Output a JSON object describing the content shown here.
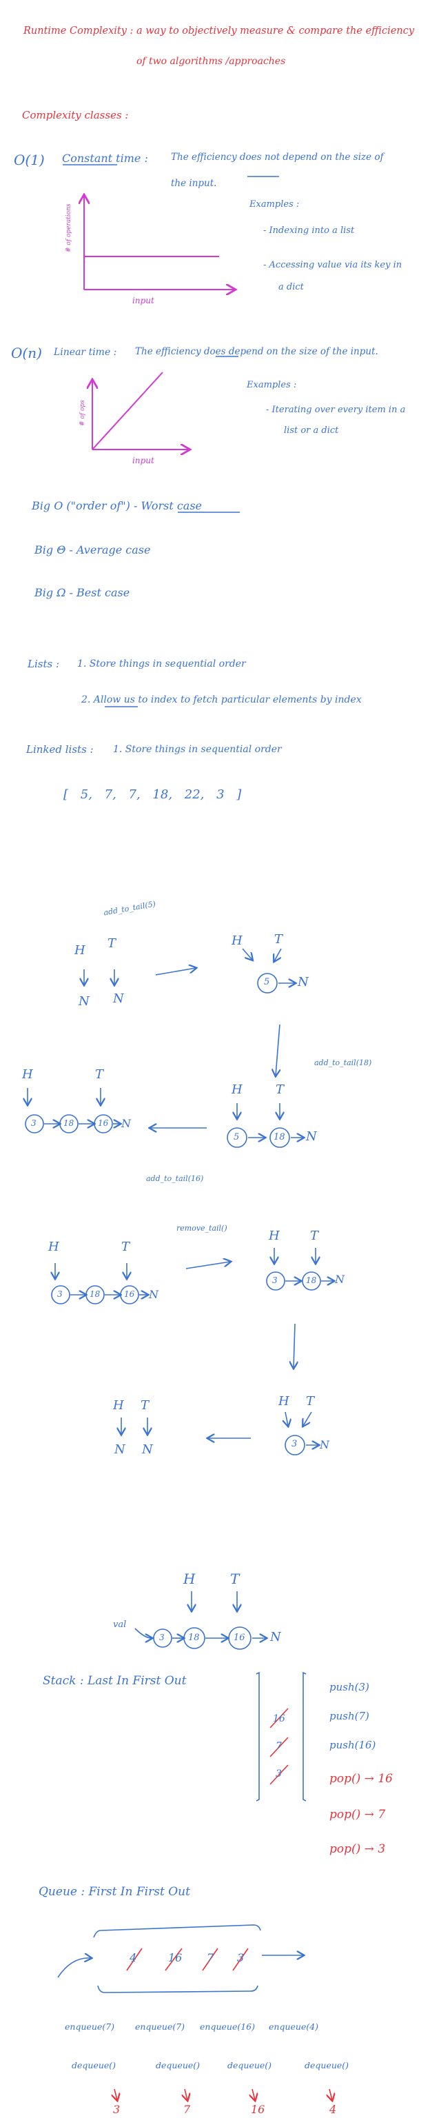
{
  "colors": {
    "red": "#e8333c",
    "blue": "#3b73d3",
    "magenta": "#d23ad2"
  },
  "header": {
    "line1": "Runtime Complexity : a way to objectively measure & compare the efficiency",
    "line2": "of two algorithms /approaches"
  },
  "complexity": {
    "heading": "Complexity classes :",
    "constant": {
      "label": "O(1)",
      "title": "Constant time :",
      "desc1": "The efficiency does not depend on the size of",
      "desc2": "the input.",
      "examples_heading": "Examples :",
      "example1": "- Indexing into a list",
      "example2a": "- Accessing value via its key in",
      "example2b": "a dict",
      "y_axis": "# of operations",
      "x_axis": "input"
    },
    "linear": {
      "label": "O(n)",
      "title": "Linear time :",
      "desc": "The efficiency does depend on the size of the input.",
      "examples_heading": "Examples :",
      "example1a": "- Iterating over every item in a",
      "example1b": "list or a dict",
      "y_axis": "# of ops",
      "x_axis": "input"
    }
  },
  "big_notation": {
    "o": "Big O (\"order of\") - Worst case",
    "theta": "Big Θ - Average case",
    "omega": "Big Ω - Best case"
  },
  "lists": {
    "label": "Lists :",
    "item1": "1. Store things in sequential order",
    "item2": "2. Allow us to index to fetch particular elements by index"
  },
  "linked_lists": {
    "label": "Linked lists :",
    "item1": "1. Store things in sequential order",
    "sample": "[ 5, 7, 7, 18, 22, 3 ]"
  },
  "diagrams": {
    "head": "H",
    "tail": "T",
    "null": "N",
    "add_5": "add_to_tail(5)",
    "add_18": "add_to_tail(18)",
    "add_16": "add_to_tail(16)",
    "remove": "remove_tail()",
    "val": "val",
    "n3": "3",
    "n5": "5",
    "n18": "18",
    "n16": "16"
  },
  "stack": {
    "title": "Stack : Last In First Out",
    "items": [
      "16",
      "7",
      "3"
    ],
    "push1": "push(3)",
    "push2": "push(7)",
    "push3": "push(16)",
    "pop1": "pop() → 16",
    "pop2": "pop() → 7",
    "pop3": "pop() → 3"
  },
  "queue": {
    "title": "Queue : First In First Out",
    "items": [
      "4",
      "16",
      "7",
      "3"
    ],
    "enqueues": [
      "enqueue(7)",
      "enqueue(7)",
      "enqueue(16)",
      "enqueue(4)"
    ],
    "dequeue": "dequeue()",
    "results": [
      "3",
      "7",
      "16",
      "4"
    ]
  }
}
